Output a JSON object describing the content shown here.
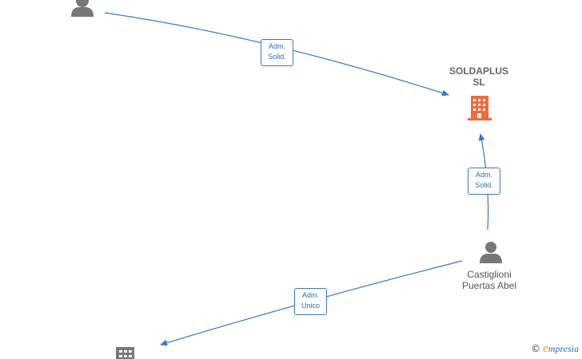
{
  "nodes": {
    "soldaplus": {
      "name_line1": "SOLDAPLUS",
      "name_line2": "SL",
      "icon": "building-icon",
      "color": "#f26a3d"
    },
    "castiglioni": {
      "name_line1": "Castiglioni",
      "name_line2": "Puertas Abel",
      "icon": "person-icon",
      "color": "#777777"
    },
    "top_person": {
      "icon": "person-icon",
      "color": "#777777"
    },
    "bottom_company": {
      "icon": "building-icon",
      "color": "#777777"
    }
  },
  "edges": {
    "top_to_soldaplus": {
      "line1": "Adm.",
      "line2": "Solid."
    },
    "castiglioni_to_soldaplus": {
      "line1": "Adm.",
      "line2": "Solid."
    },
    "castiglioni_to_bottom": {
      "line1": "Adm.",
      "line2": "Unico"
    }
  },
  "colors": {
    "edge": "#3a78c7"
  },
  "watermark": {
    "copyright": "©",
    "brand_e": "e",
    "brand_rest": "mpresia"
  }
}
